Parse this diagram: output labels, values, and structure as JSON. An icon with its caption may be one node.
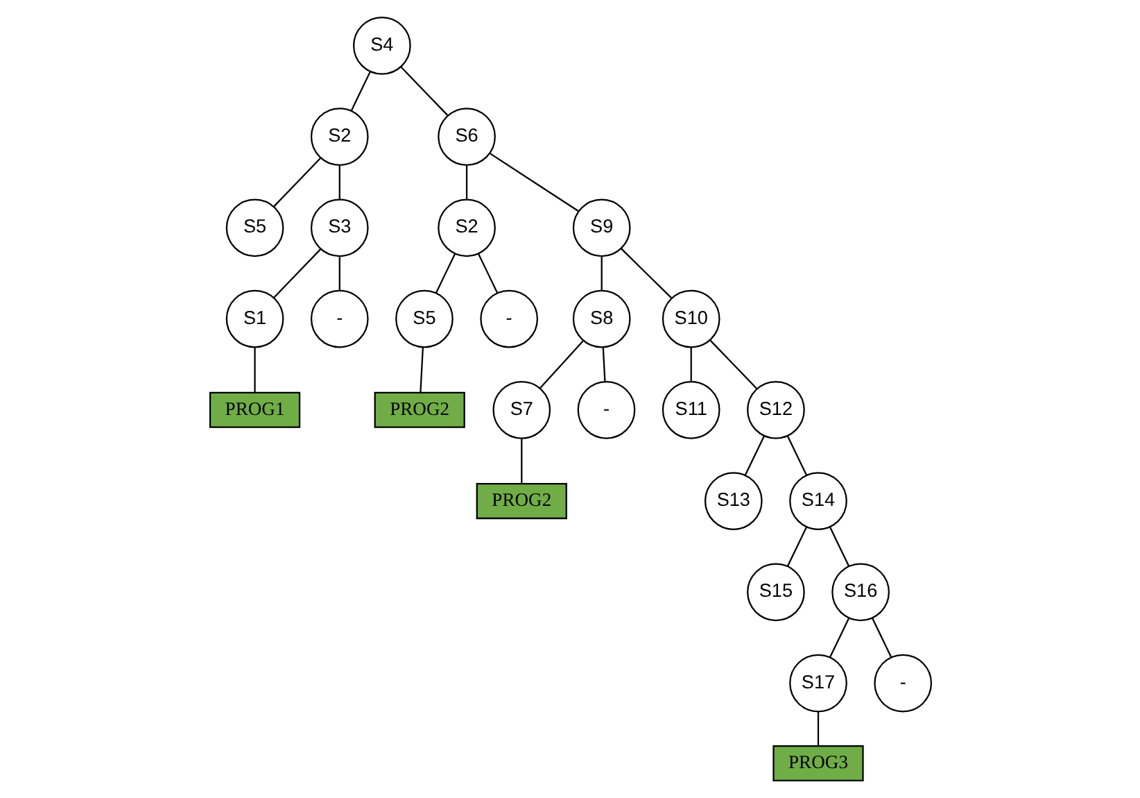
{
  "diagram": {
    "nodes": [
      {
        "text": [
          "S4"
        ]
      },
      {
        "text": [
          "S2"
        ]
      },
      {
        "text": [
          "S6"
        ]
      },
      {
        "text": [
          "S5"
        ]
      },
      {
        "text": [
          "S3"
        ]
      },
      {
        "text": [
          "S2"
        ]
      },
      {
        "text": [
          "S9"
        ]
      },
      {
        "text": [
          "S1"
        ]
      },
      {
        "text": [
          "-"
        ]
      },
      {
        "text": [
          "S5"
        ]
      },
      {
        "text": [
          "-"
        ]
      },
      {
        "text": [
          "S8"
        ]
      },
      {
        "text": [
          "S10"
        ]
      },
      {
        "text": [
          "PROG1"
        ]
      },
      {
        "text": [
          "PROG2"
        ]
      },
      {
        "text": [
          "S7"
        ]
      },
      {
        "text": [
          "-"
        ]
      },
      {
        "text": [
          "S11"
        ]
      },
      {
        "text": [
          "S12"
        ]
      },
      {
        "text": [
          "PROG2"
        ]
      },
      {
        "text": [
          "S13"
        ]
      },
      {
        "text": [
          "S14"
        ]
      },
      {
        "text": [
          "S15"
        ]
      },
      {
        "text": [
          "S16"
        ]
      },
      {
        "text": [
          "S17"
        ]
      },
      {
        "text": [
          "-"
        ]
      },
      {
        "text": [
          "PROG3"
        ]
      }
    ],
    "edges": [
      {
        "from": 0,
        "to": 1,
        "arrow": "none"
      },
      {
        "from": 0,
        "to": 2,
        "arrow": "none"
      },
      {
        "from": 1,
        "to": 3,
        "arrow": "none"
      },
      {
        "from": 1,
        "to": 4,
        "arrow": "none"
      },
      {
        "from": 2,
        "to": 5,
        "arrow": "none"
      },
      {
        "from": 2,
        "to": 6,
        "arrow": "none"
      },
      {
        "from": 4,
        "to": 7,
        "arrow": "none"
      },
      {
        "from": 4,
        "to": 8,
        "arrow": "none"
      },
      {
        "from": 5,
        "to": 9,
        "arrow": "none"
      },
      {
        "from": 5,
        "to": 10,
        "arrow": "none"
      },
      {
        "from": 6,
        "to": 11,
        "arrow": "none"
      },
      {
        "from": 6,
        "to": 12,
        "arrow": "none"
      },
      {
        "from": 7,
        "to": 13,
        "arrow": "none"
      },
      {
        "from": 9,
        "to": 14,
        "arrow": "none"
      },
      {
        "from": 11,
        "to": 15,
        "arrow": "none"
      },
      {
        "from": 11,
        "to": 16,
        "arrow": "none"
      },
      {
        "from": 12,
        "to": 17,
        "arrow": "none"
      },
      {
        "from": 12,
        "to": 18,
        "arrow": "none"
      },
      {
        "from": 15,
        "to": 19,
        "arrow": "none"
      },
      {
        "from": 18,
        "to": 20,
        "arrow": "none"
      },
      {
        "from": 18,
        "to": 21,
        "arrow": "none"
      },
      {
        "from": 21,
        "to": 22,
        "arrow": "none"
      },
      {
        "from": 21,
        "to": 23,
        "arrow": "none"
      },
      {
        "from": 23,
        "to": 24,
        "arrow": "none"
      },
      {
        "from": 23,
        "to": 25,
        "arrow": "none"
      },
      {
        "from": 24,
        "to": 26,
        "arrow": "none"
      }
    ]
  }
}
